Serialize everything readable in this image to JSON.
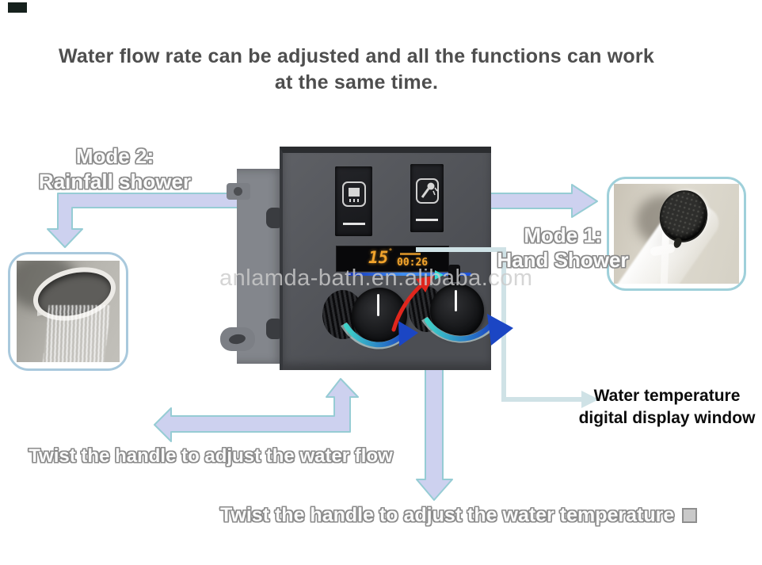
{
  "title": {
    "line1": "Water flow rate can be adjusted and all the functions can work",
    "line2": "at the same time."
  },
  "watermark": "anlamda-bath.en.alibaba.com",
  "callouts": {
    "mode2_line1": "Mode 2:",
    "mode2_line2": "Rainfall shower",
    "mode1_line1": "Mode 1:",
    "mode1_line2": "Hand Shower",
    "watertemp_line1": "Water temperature",
    "watertemp_line2": "digital display window",
    "twist_flow": "Twist the handle to adjust the water flow",
    "twist_temp": "Twist the handle to adjust the water temperature"
  },
  "display": {
    "temperature": "15",
    "degree": "°",
    "time": "00:26"
  },
  "icons": {
    "left_button": "rain-shower-icon",
    "right_button": "hand-shower-icon"
  },
  "colors": {
    "arrow_fill": "#cdd1ef",
    "arrow_stroke": "#96ccd4",
    "callout_line": "#cfe2e6",
    "rotate_teal": "#3fd2c8",
    "rotate_blue": "#1b46c4",
    "red_arrow": "#e0261d",
    "amber": "#f2a42c",
    "teal_play": "#38dcd2"
  }
}
